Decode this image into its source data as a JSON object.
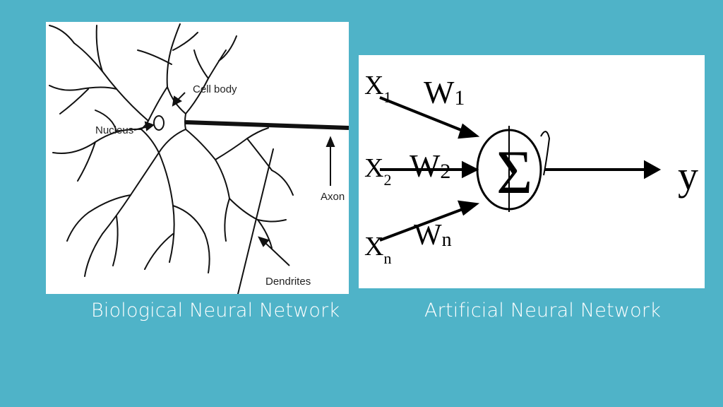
{
  "background_color": "#4fb3c8",
  "biological": {
    "caption": "Biological Neural Network",
    "labels": {
      "cell_body": "Cell body",
      "nucleus": "Nucleus",
      "axon": "Axon",
      "dendrites": "Dendrites"
    }
  },
  "artificial": {
    "caption": "Artificial Neural Network",
    "inputs": [
      {
        "x": "X",
        "x_sub": "1",
        "w": "W",
        "w_sub": "1"
      },
      {
        "x": "X",
        "x_sub": "2",
        "w": "W",
        "w_sub": "2"
      },
      {
        "x": "X",
        "x_sub": "n",
        "w": "W",
        "w_sub": "n"
      }
    ],
    "sum_symbol": "Σ",
    "output": "y"
  }
}
